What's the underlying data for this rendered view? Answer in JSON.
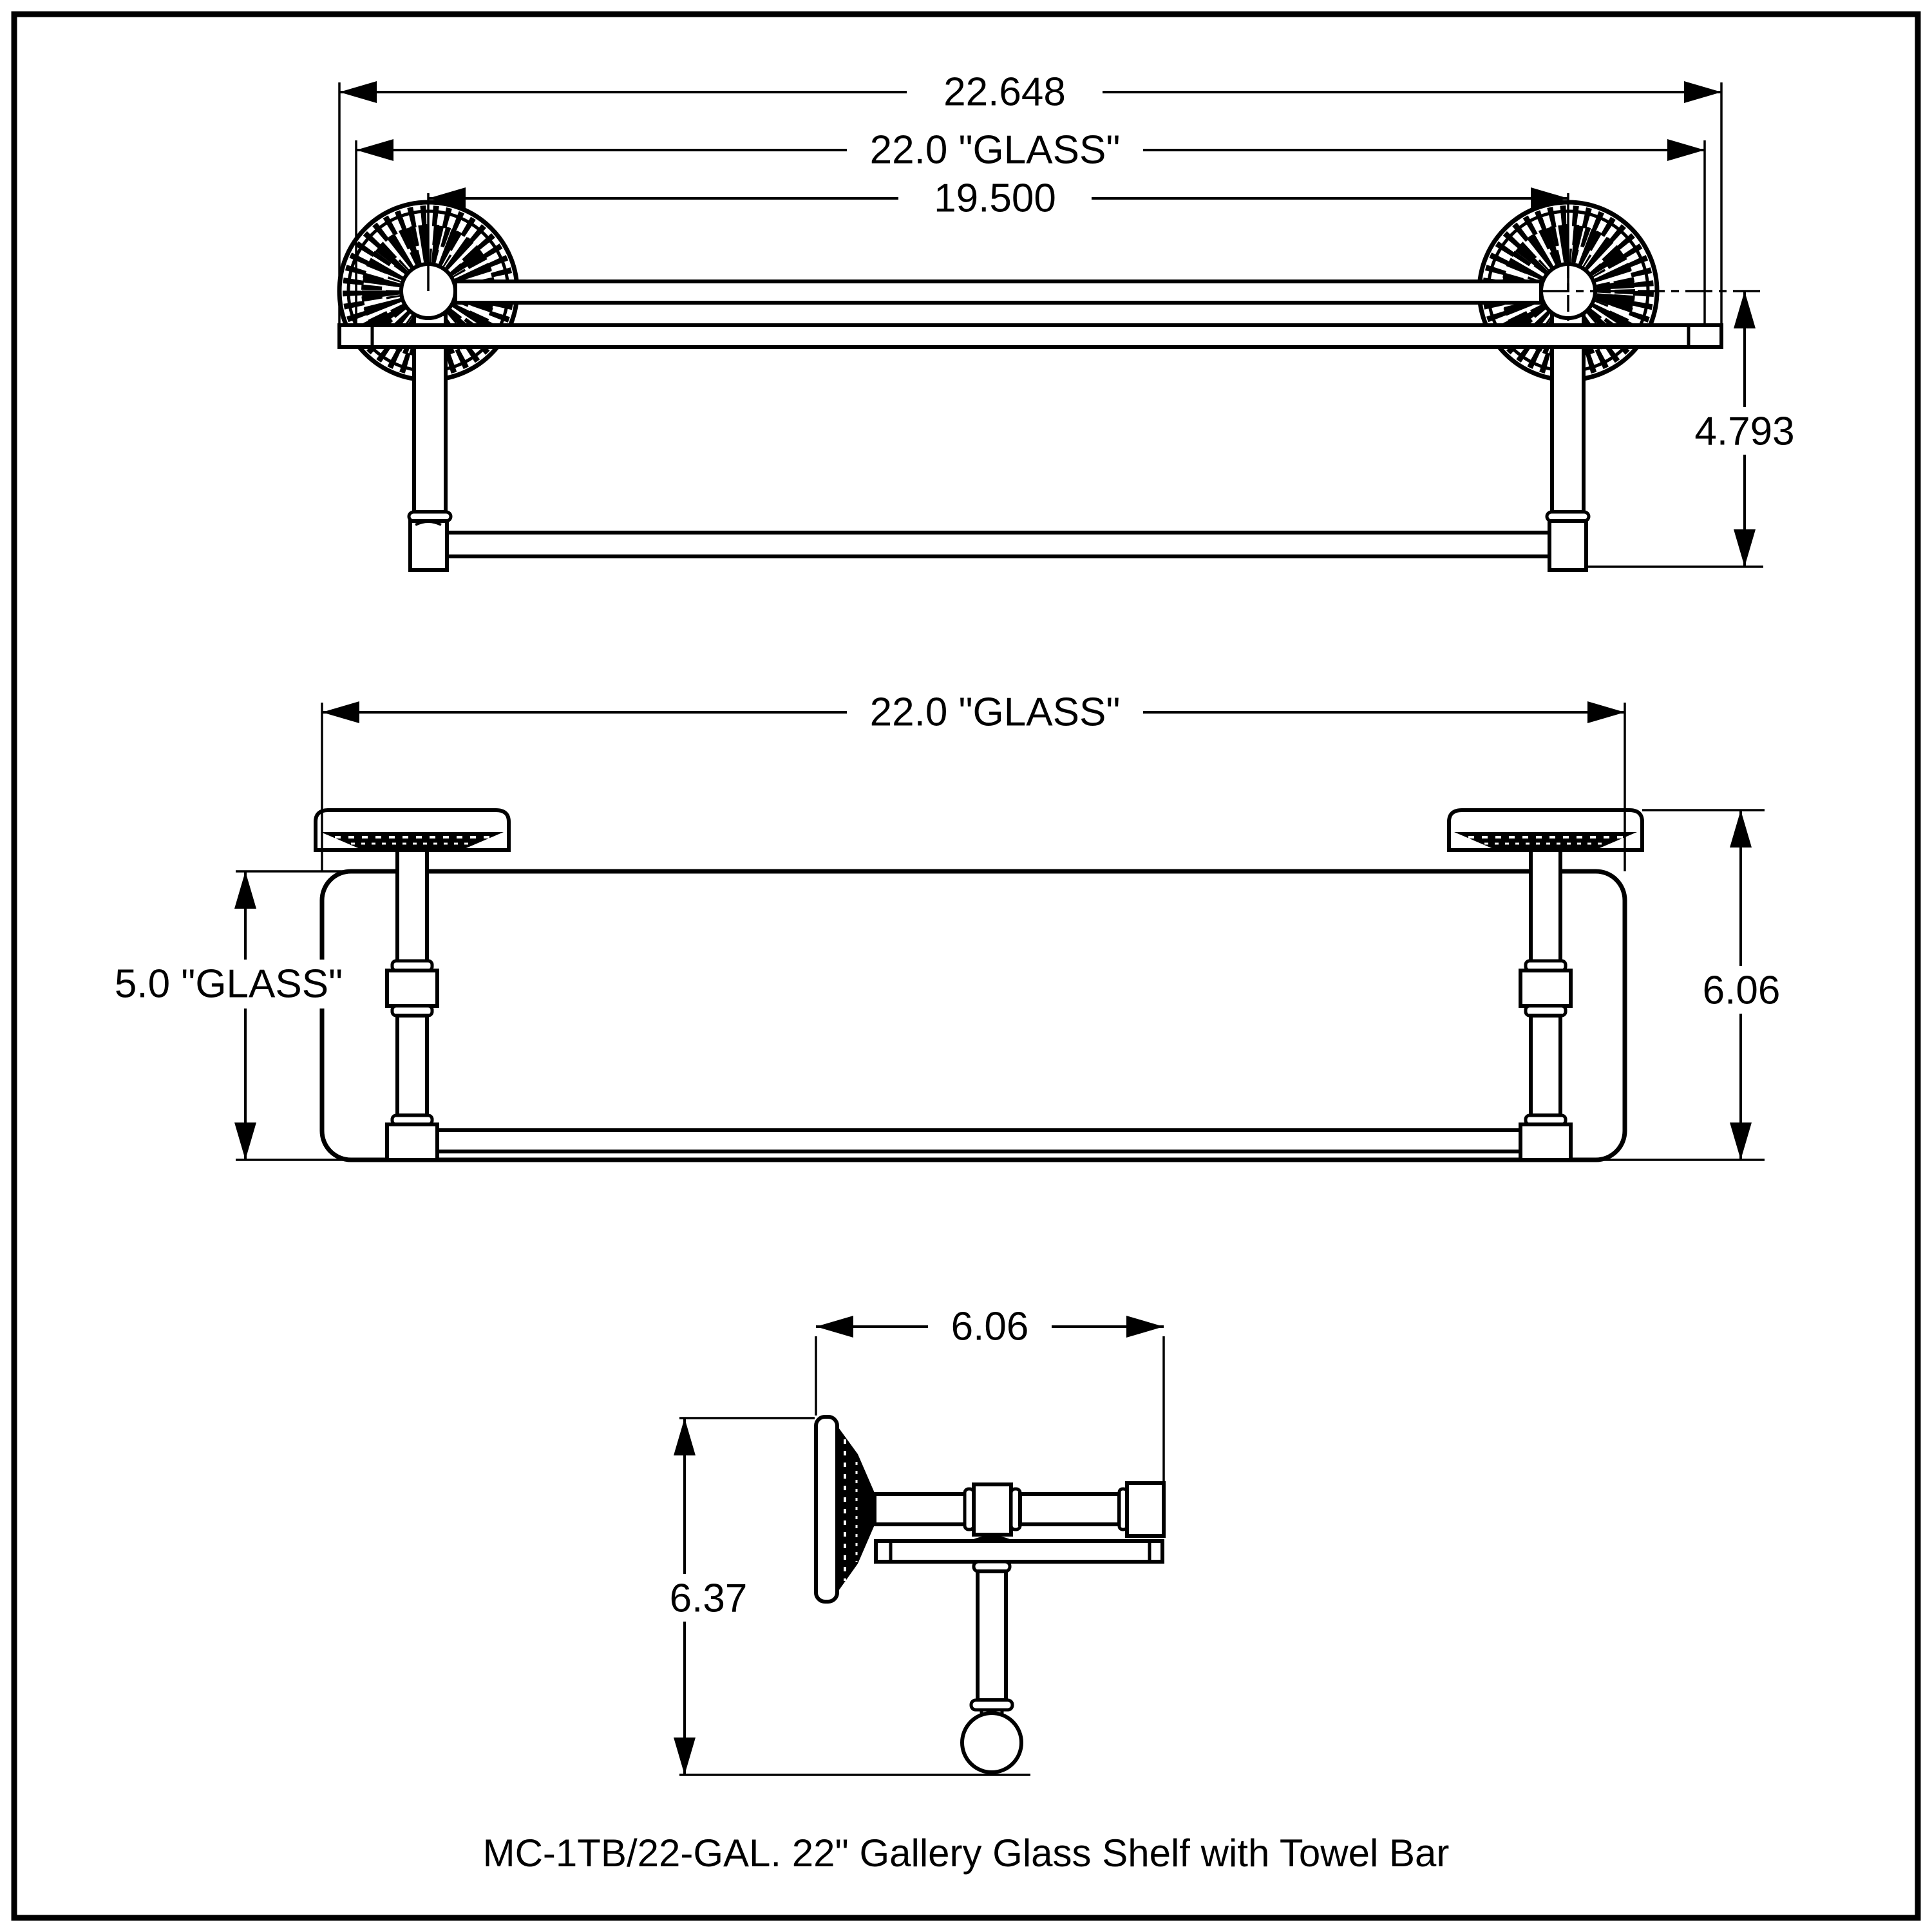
{
  "caption": "MC-1TB/22-GAL. 22\" Gallery Glass Shelf with Towel Bar",
  "colors": {
    "line": "#000000",
    "background": "#ffffff"
  },
  "views": {
    "front": {
      "label": "front-elevation",
      "dim_overall_width": "22.648",
      "dim_glass_width": "22.0 \"GLASS\"",
      "dim_mount_spacing": "19.500",
      "dim_bar_drop": "4.793"
    },
    "plan": {
      "label": "plan-view",
      "dim_glass_width": "22.0 \"GLASS\"",
      "dim_glass_depth": "5.0 \"GLASS\"",
      "dim_overall_height": "6.06"
    },
    "side": {
      "label": "side-profile",
      "dim_projection": "6.06",
      "dim_overall_drop": "6.37"
    }
  }
}
